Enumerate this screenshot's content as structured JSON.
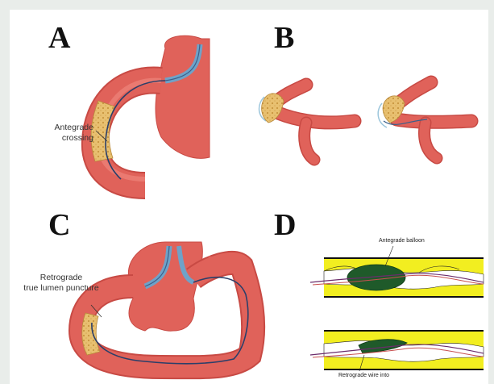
{
  "panels": {
    "a": {
      "letter": "A",
      "label_line1": "Antegrade",
      "label_line2": "crossing"
    },
    "b": {
      "letter": "B"
    },
    "c": {
      "letter": "C",
      "label_line1": "Retrograde",
      "label_line2": "true lumen puncture"
    },
    "d": {
      "letter": "D",
      "top_label": "Antegrade balloon",
      "bottom_label": "Retrograde wire into"
    }
  },
  "colors": {
    "vessel": "#e0625a",
    "vessel_dark": "#c84a44",
    "vessel_light": "#f08a80",
    "plaque": "#e8c070",
    "wire": "#3a5f8a",
    "sheath": "#6fa2c8",
    "background": "#e9edea",
    "plaque_yellow": "#f2ee20",
    "balloon": "#1f5a2a"
  }
}
